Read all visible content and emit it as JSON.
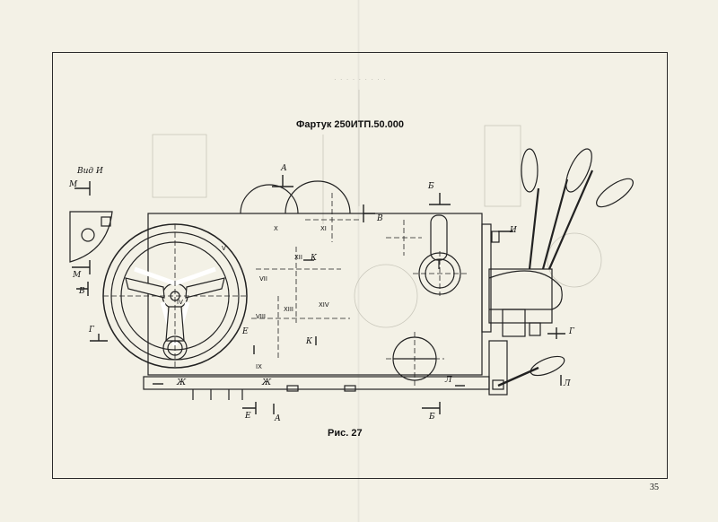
{
  "document": {
    "title": "Фартук 250ИТП.50.000",
    "caption": "Рис. 27",
    "page_number": "35"
  },
  "view_label": "Вид И",
  "section_labels": {
    "a_top": "А",
    "a_bottom": "А",
    "b_top": "Б",
    "b_bottom": "Б",
    "v_left": "В",
    "v_right": "В",
    "g_left": "Г",
    "g_right": "Г",
    "e_mid": "Е",
    "e_bottom": "Е",
    "zh_left": "Ж",
    "zh_mid": "Ж",
    "i_right": "И",
    "k_upper": "К",
    "k_lower": "К",
    "l_left": "Л",
    "l_right": "Л",
    "m_top": "М",
    "m_bottom": "М"
  },
  "shafts": {
    "iv": "IV",
    "v": "V",
    "vii": "VII",
    "viii": "VIII",
    "ix": "IX",
    "x": "X",
    "xi": "XI",
    "xii": "XII",
    "xiii": "XIII",
    "xiv": "XIV"
  }
}
